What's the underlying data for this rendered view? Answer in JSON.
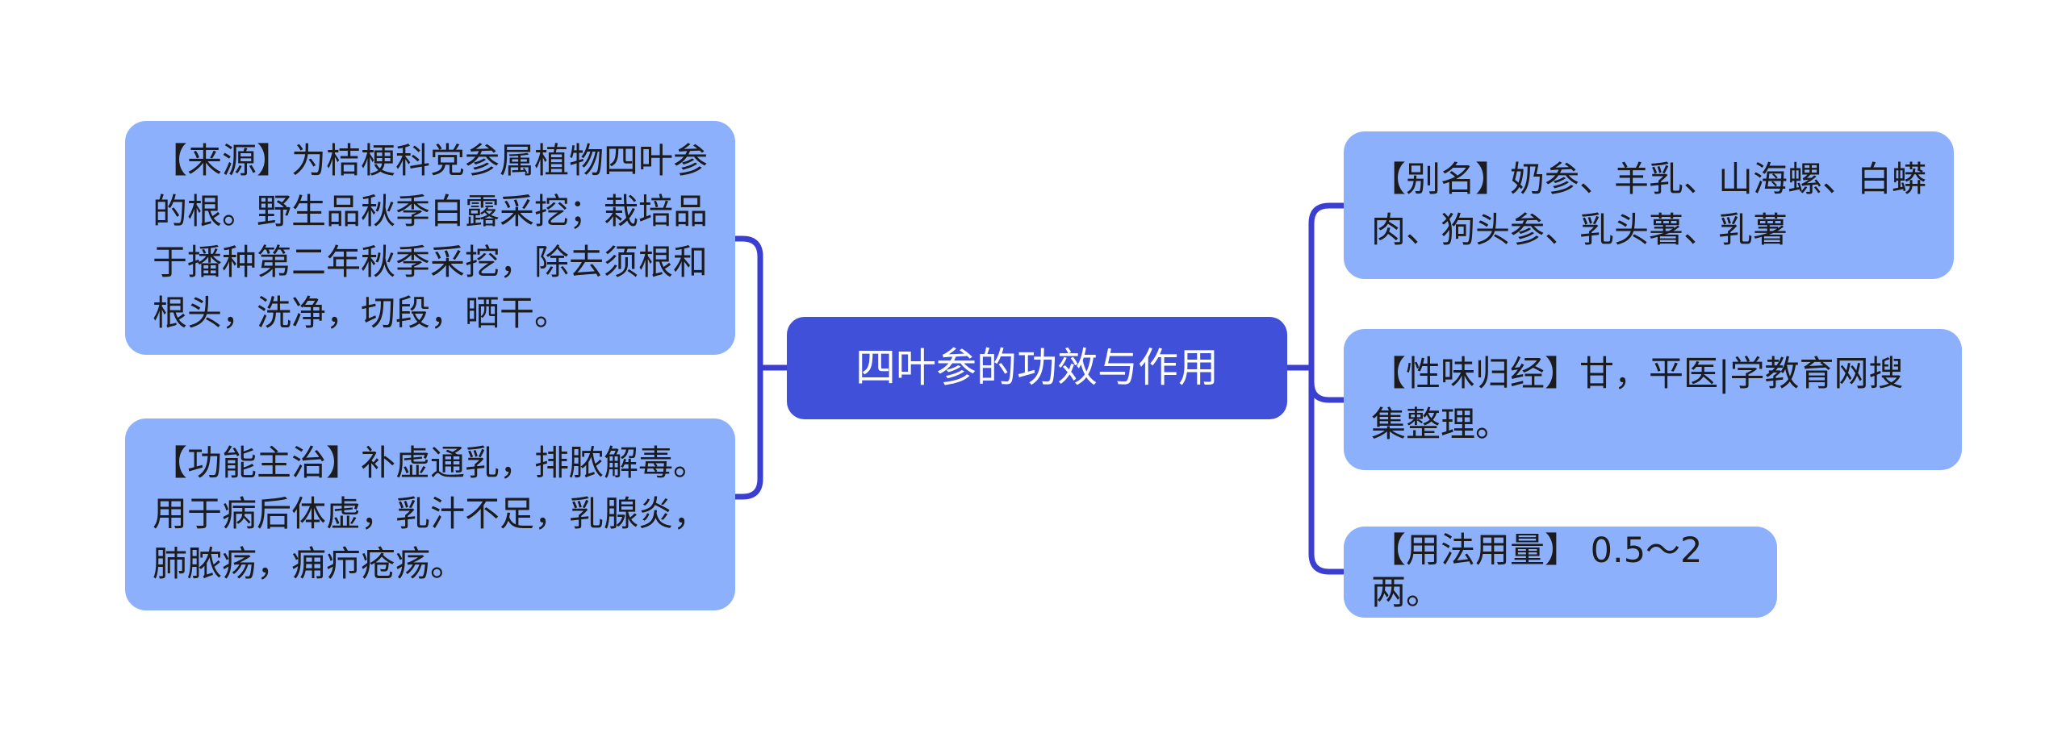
{
  "diagram": {
    "type": "mind-map",
    "orientation": "horizontal-bilateral",
    "background_color": "#ffffff",
    "root_color": "#4050d8",
    "root_text_color": "#ffffff",
    "leaf_color": "#8cb0fb",
    "leaf_text_color": "#1c1c1c",
    "connector_color": "#3a3fd0",
    "connector_width": 7
  },
  "root": {
    "label": "四叶参的功效与作用"
  },
  "branches": {
    "left": [
      {
        "key": "source",
        "label": "【来源】为桔梗科党参属植物四叶参的根。野生品秋季白露采挖；栽培品于播种第二年秋季采挖，除去须根和根头，洗净，切段，晒干。"
      },
      {
        "key": "indications",
        "label": "【功能主治】补虚通乳，排脓解毒。用于病后体虚，乳汁不足，乳腺炎，肺脓疡，痈疖疮疡。"
      }
    ],
    "right": [
      {
        "key": "aliases",
        "label": "【别名】奶参、羊乳、山海螺、白蟒肉、狗头参、乳头薯、乳薯"
      },
      {
        "key": "nature",
        "label": "【性味归经】甘，平医|学教育网搜集整理。"
      },
      {
        "key": "dosage",
        "label": "【用法用量】 0.5～2两。"
      }
    ]
  }
}
